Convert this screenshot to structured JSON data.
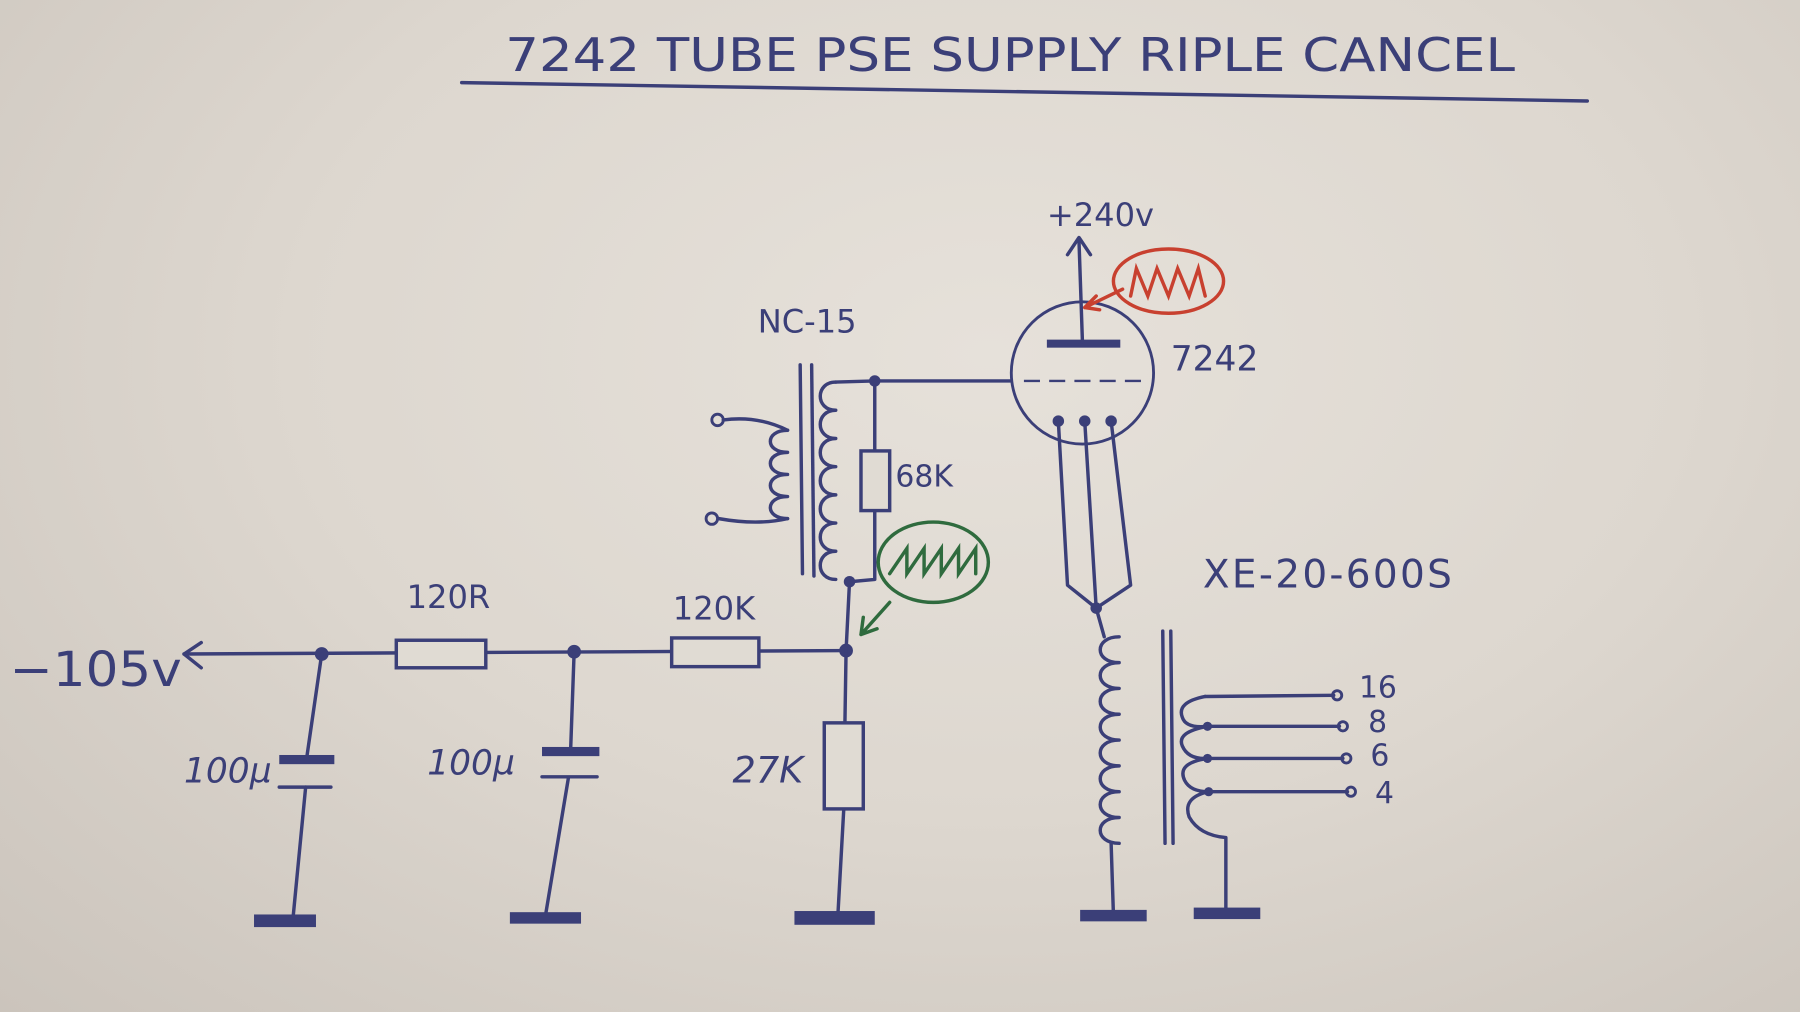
{
  "title": "7242 TUBE PSE SUPPLY RIPLE CANCEL",
  "supply_negative": "−105v",
  "supply_positive": "+240v",
  "tube_label": "7242",
  "input_transformer": "NC-15",
  "output_transformer": "XE-20-600S",
  "components": {
    "r1": "120R",
    "r2": "120K",
    "r3": "68K",
    "r4": "27K",
    "c1": "100µ",
    "c2": "100µ"
  },
  "output_taps": [
    "16",
    "8",
    "6",
    "4"
  ],
  "colors": {
    "ink": "#3b3f78",
    "red_marker": "#c8402f",
    "green_marker": "#2f6b3e",
    "paper": "#e2ddd5"
  }
}
